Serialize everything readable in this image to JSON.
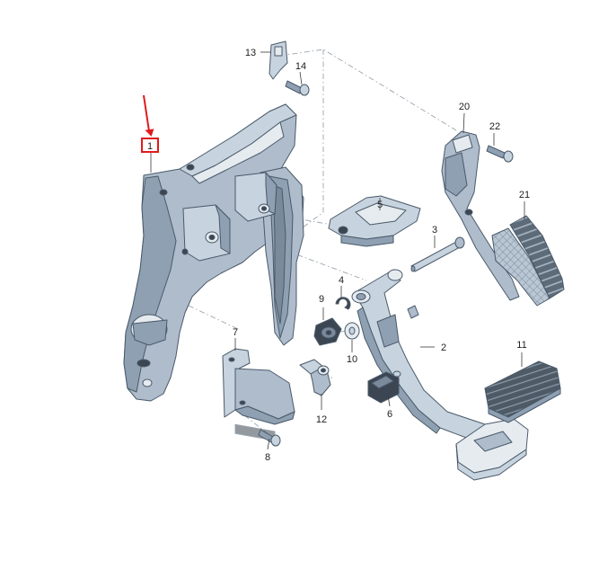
{
  "diagram": {
    "callouts": [
      {
        "id": "c1",
        "text": "1"
      },
      {
        "id": "c2",
        "text": "2"
      },
      {
        "id": "c3",
        "text": "3"
      },
      {
        "id": "c4",
        "text": "4"
      },
      {
        "id": "c5",
        "text": "5"
      },
      {
        "id": "c6",
        "text": "6"
      },
      {
        "id": "c7",
        "text": "7"
      },
      {
        "id": "c8",
        "text": "8"
      },
      {
        "id": "c9",
        "text": "9"
      },
      {
        "id": "c10",
        "text": "10"
      },
      {
        "id": "c11",
        "text": "11"
      },
      {
        "id": "c12",
        "text": "12"
      },
      {
        "id": "c13",
        "text": "13"
      },
      {
        "id": "c14",
        "text": "14"
      },
      {
        "id": "c20",
        "text": "20"
      },
      {
        "id": "c21",
        "text": "21"
      },
      {
        "id": "c22",
        "text": "22"
      }
    ],
    "highlight": {
      "callout": "1",
      "color": "#e11b1b"
    },
    "colors": {
      "part_fill": "#aebccb",
      "part_outline": "#4a5a6a",
      "leader": "#3a3a3a",
      "dashed_line": "#9aa4ae"
    }
  }
}
